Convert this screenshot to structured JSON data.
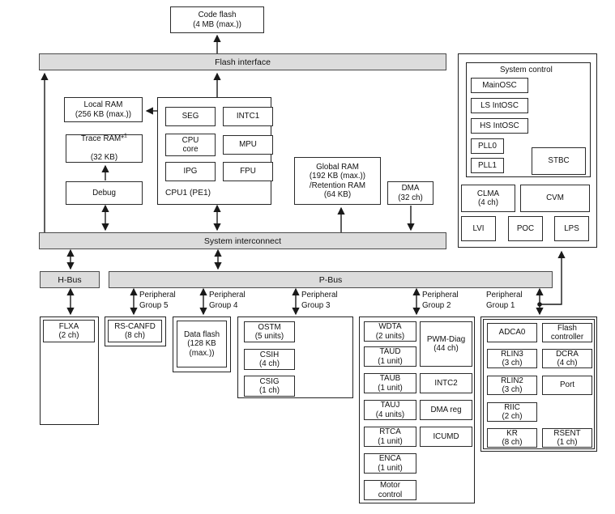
{
  "top": {
    "code_flash": "Code flash\n(4 MB (max.))"
  },
  "bars": {
    "flash_interface": "Flash interface",
    "system_interconnect": "System interconnect",
    "h_bus": "H-Bus",
    "p_bus": "P-Bus"
  },
  "memory": {
    "local_ram": "Local RAM\n(256 KB (max.))",
    "trace_ram_prefix": "Trace RAM*",
    "trace_ram_sup": "1",
    "trace_ram_size": "(32 KB)",
    "debug": "Debug",
    "global_ram": "Global RAM\n(192 KB (max.))\n/Retention RAM\n(64 KB)",
    "dma": "DMA\n(32 ch)"
  },
  "cpu1": {
    "label": "CPU1 (PE1)",
    "modules": [
      "SEG",
      "INTC1",
      "CPU\ncore",
      "MPU",
      "IPG",
      "FPU"
    ]
  },
  "system_control": {
    "title": "System control",
    "items": [
      "MainOSC",
      "LS IntOSC",
      "HS IntOSC",
      "PLL0",
      "PLL1",
      "STBC",
      "CLMA\n(4 ch)",
      "CVM",
      "LVI",
      "POC",
      "LPS"
    ]
  },
  "peripheral_group_labels": [
    "Peripheral\nGroup 5",
    "Peripheral\nGroup 4",
    "Peripheral\nGroup 3",
    "Peripheral\nGroup 2",
    "Peripheral\nGroup 1"
  ],
  "peripherals": {
    "hbus_group": [
      "FLXA\n(2 ch)"
    ],
    "group5": [
      "RS-CANFD\n(8 ch)"
    ],
    "group4": [
      "Data flash\n(128 KB\n(max.))"
    ],
    "group3": [
      "OSTM\n(5 units)",
      "CSIH\n(4 ch)",
      "CSIG\n(1 ch)"
    ],
    "group2_left": [
      "WDTA\n(2 units)",
      "TAUD\n(1 unit)",
      "TAUB\n(1 unit)",
      "TAUJ\n(4 units)",
      "RTCA\n(1 unit)",
      "ENCA\n(1 unit)",
      "Motor\ncontrol"
    ],
    "group2_right": [
      "PWM-Diag\n(44 ch)",
      "INTC2",
      "DMA reg",
      "ICUMD"
    ],
    "group1_left": [
      "ADCA0",
      "RLIN3\n(3 ch)",
      "RLIN2\n(3 ch)",
      "RIIC\n(2 ch)",
      "KR\n(8 ch)"
    ],
    "group1_right": [
      "Flash\ncontroller",
      "DCRA\n(4 ch)",
      "Port",
      "RSENT\n(1 ch)"
    ]
  },
  "colors": {
    "bus_fill": "#dcdcdc",
    "line": "#1a1a1a",
    "box_border": "#2b2b2b"
  }
}
